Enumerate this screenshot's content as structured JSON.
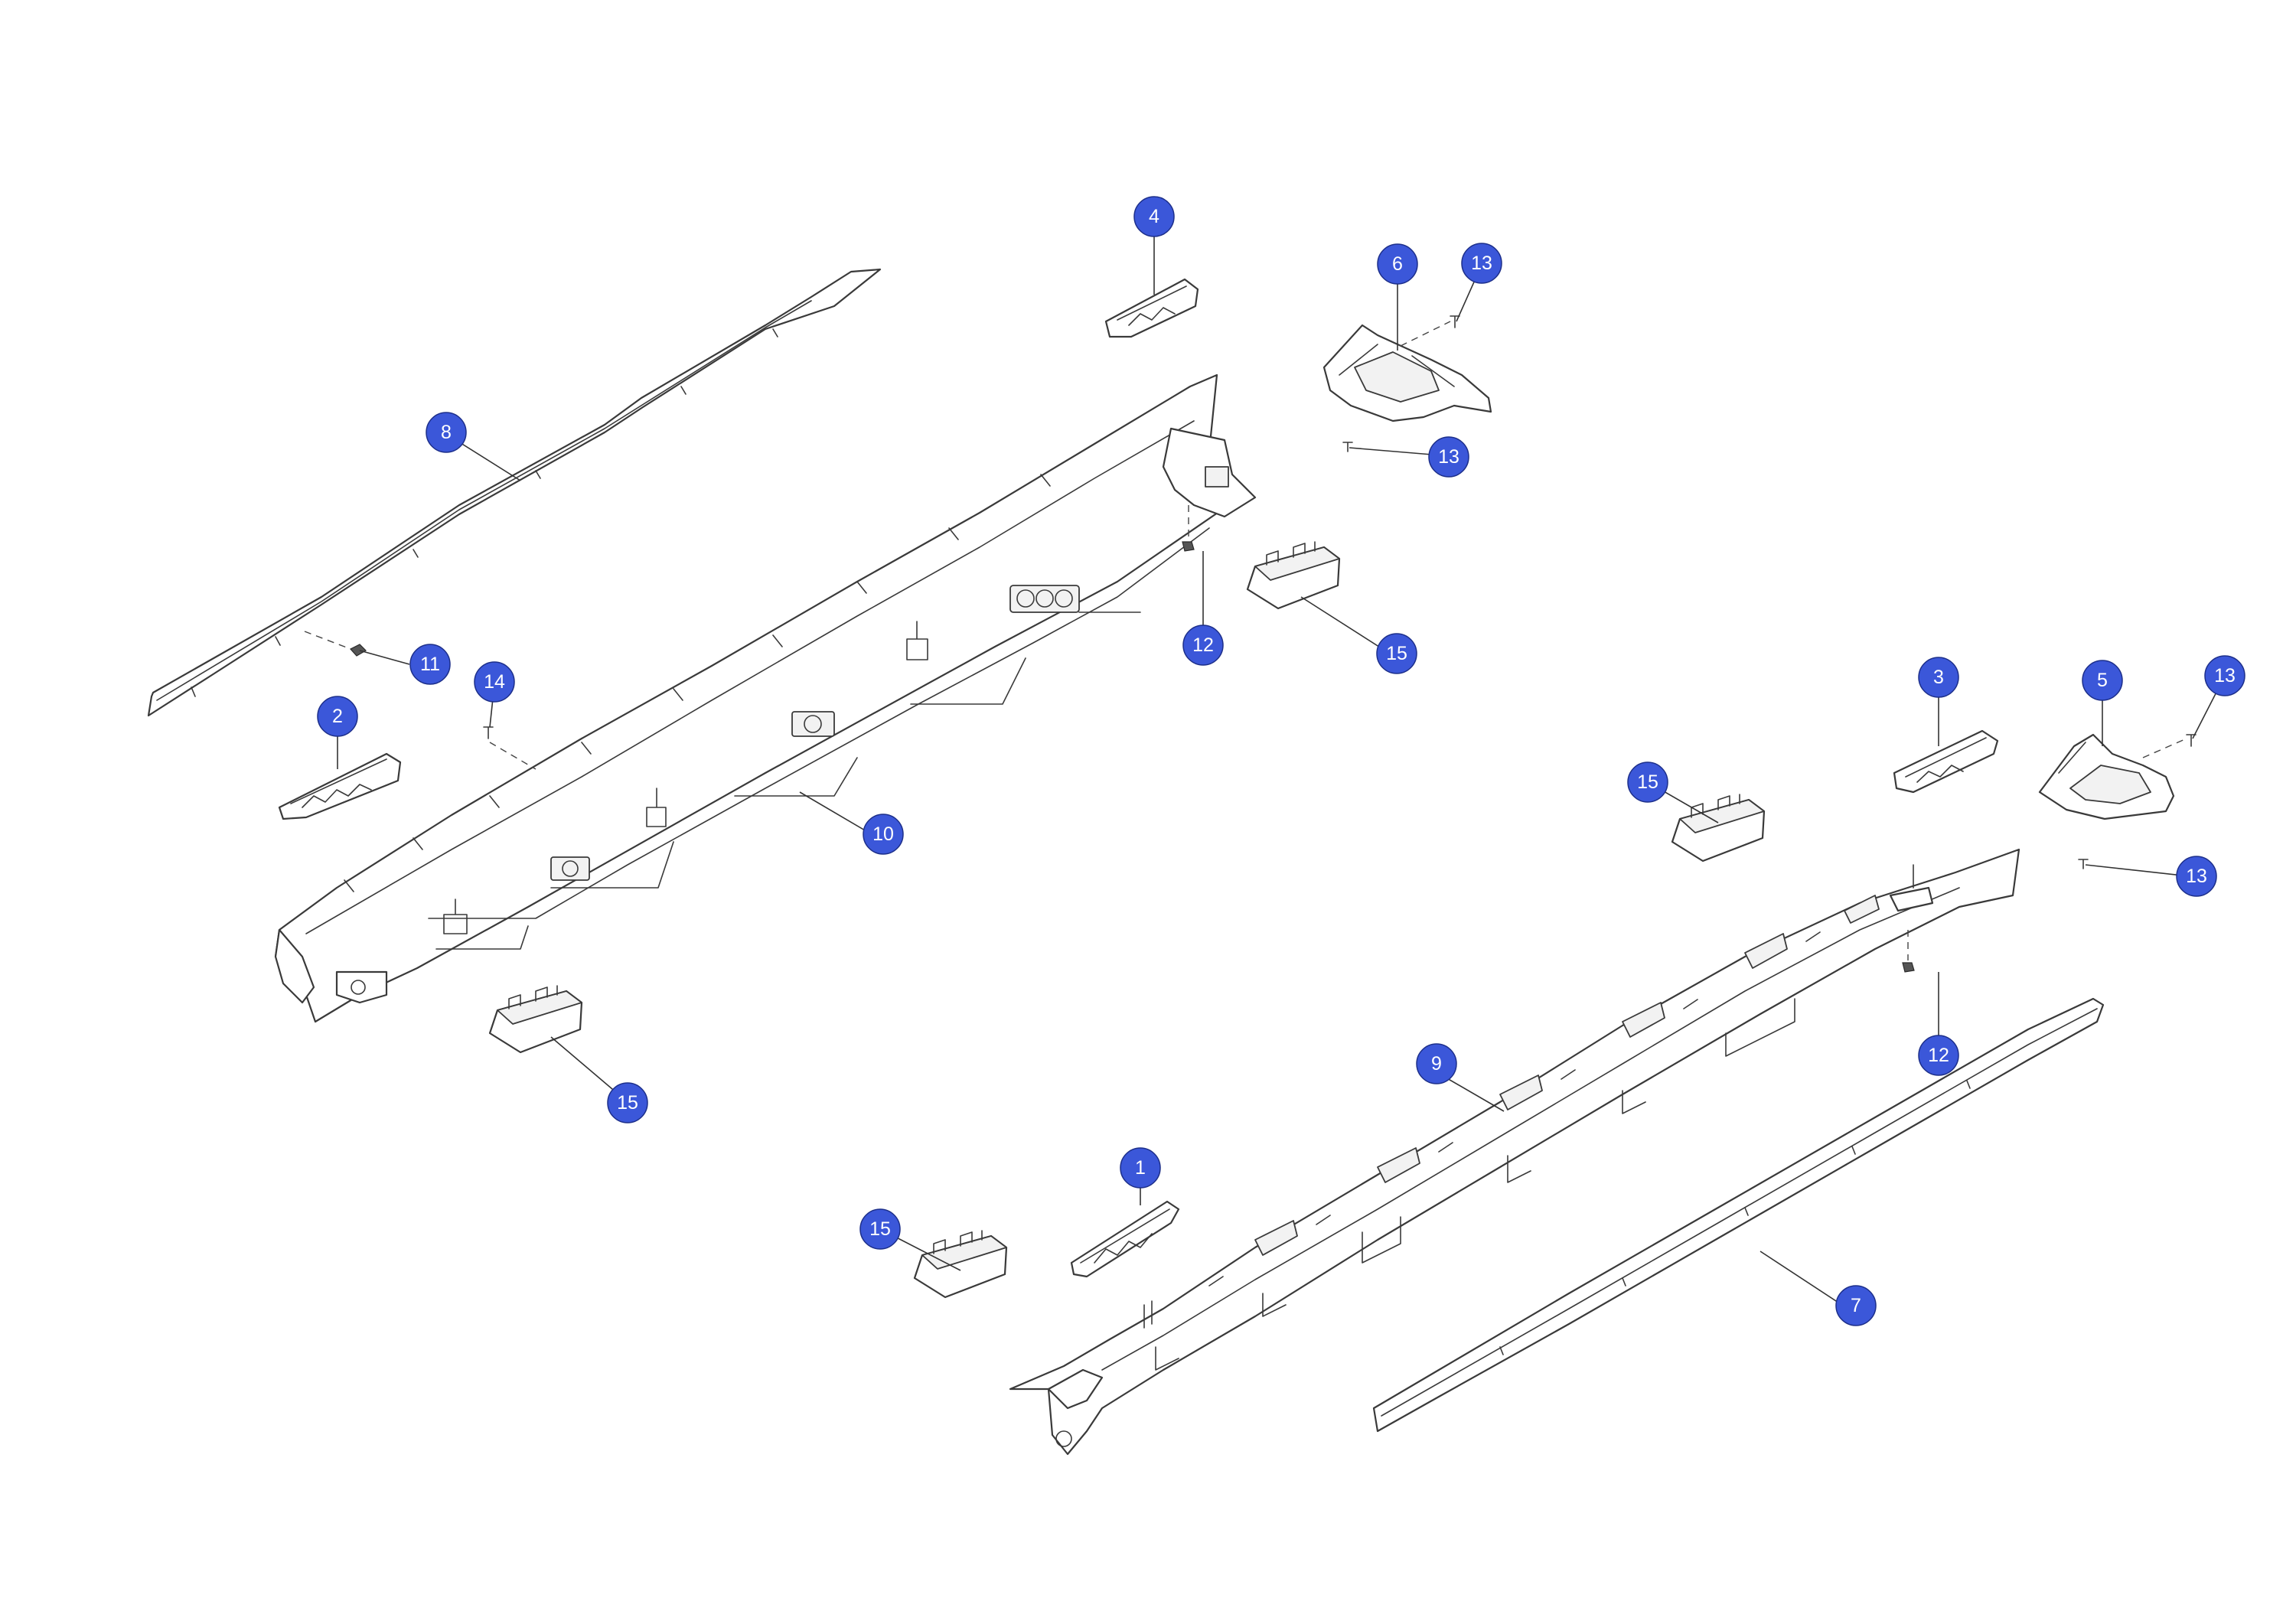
{
  "style": {
    "callout_fill": "#3b57d9",
    "callout_text_color": "#ffffff",
    "line_color": "#3a3a3a",
    "background": "#ffffff"
  },
  "callouts": [
    {
      "id": "c1",
      "label": "1"
    },
    {
      "id": "c2",
      "label": "2"
    },
    {
      "id": "c3",
      "label": "3"
    },
    {
      "id": "c4",
      "label": "4"
    },
    {
      "id": "c5",
      "label": "5"
    },
    {
      "id": "c6",
      "label": "6"
    },
    {
      "id": "c7",
      "label": "7"
    },
    {
      "id": "c8",
      "label": "8"
    },
    {
      "id": "c9",
      "label": "9"
    },
    {
      "id": "c10",
      "label": "10"
    },
    {
      "id": "c11",
      "label": "11"
    },
    {
      "id": "c12a",
      "label": "12"
    },
    {
      "id": "c12b",
      "label": "12"
    },
    {
      "id": "c13a",
      "label": "13"
    },
    {
      "id": "c13b",
      "label": "13"
    },
    {
      "id": "c13c",
      "label": "13"
    },
    {
      "id": "c13d",
      "label": "13"
    },
    {
      "id": "c14",
      "label": "14"
    },
    {
      "id": "c15a",
      "label": "15"
    },
    {
      "id": "c15b",
      "label": "15"
    },
    {
      "id": "c15c",
      "label": "15"
    },
    {
      "id": "c15d",
      "label": "15"
    }
  ]
}
